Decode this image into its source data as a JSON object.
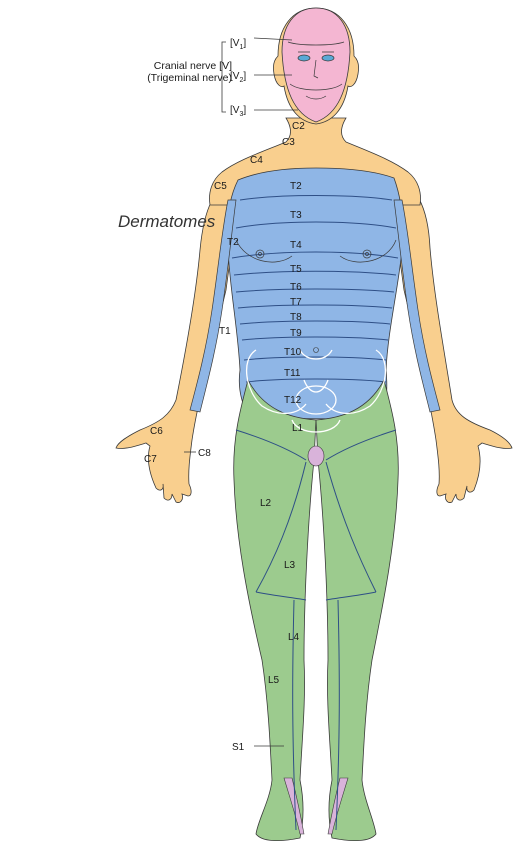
{
  "title": "Dermatomes",
  "cranial_nerve": {
    "line1": "Cranial nerve [V]",
    "line2": "(Trigeminal nerve)",
    "branches": [
      {
        "base": "[V",
        "sub": "1",
        "end": "]"
      },
      {
        "base": "[V",
        "sub": "2",
        "end": "]"
      },
      {
        "base": "[V",
        "sub": "3",
        "end": "]"
      }
    ]
  },
  "labels": {
    "c2": "C2",
    "c3": "C3",
    "c4": "C4",
    "c5": "C5",
    "c6": "C6",
    "c7": "C7",
    "c8": "C8",
    "t1": "T1",
    "t2_chest": "T2",
    "t2_arm": "T2",
    "t3": "T3",
    "t4": "T4",
    "t5": "T5",
    "t6": "T6",
    "t7": "T7",
    "t8": "T8",
    "t9": "T9",
    "t10": "T10",
    "t11": "T11",
    "t12": "T12",
    "l1": "L1",
    "l2": "L2",
    "l3": "L3",
    "l4": "L4",
    "l5": "L5",
    "s1": "S1"
  },
  "colors": {
    "trigeminal": "#f4b6d2",
    "cervical": "#f9cf8e",
    "thoracic": "#8fb6e6",
    "lumbar": "#9ccb8e",
    "sacral": "#d9b3da",
    "outline": "#3a3a3a",
    "band_line": "#2e4f86"
  }
}
